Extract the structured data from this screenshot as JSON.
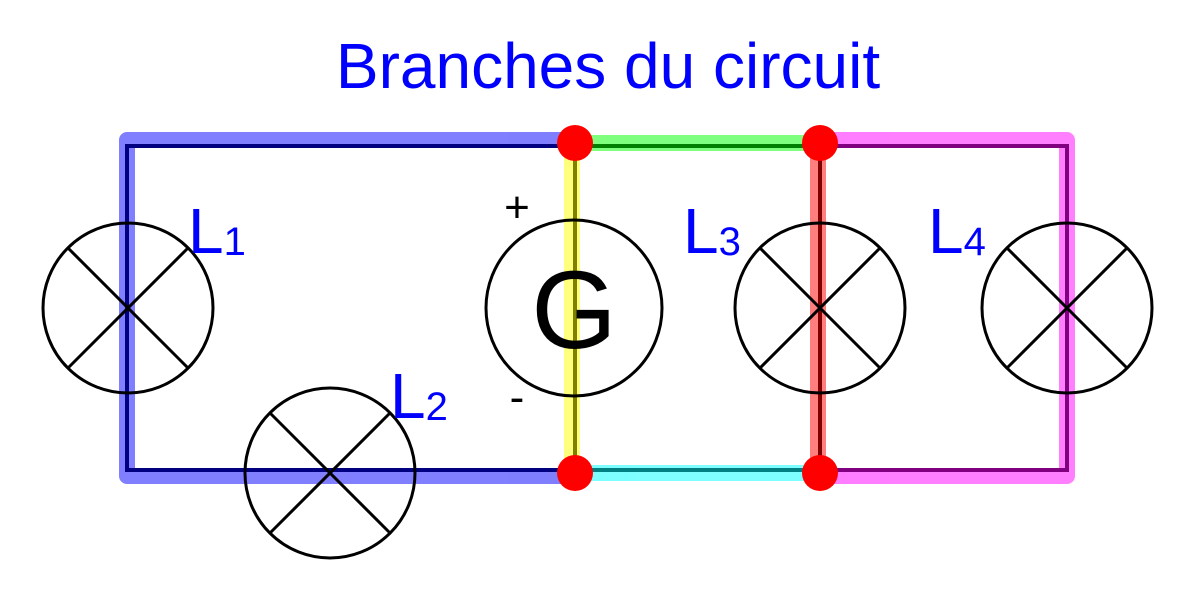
{
  "title": "Branches du circuit",
  "generator": {
    "letter": "G",
    "plus": "+",
    "minus": "-"
  },
  "lamps": [
    {
      "name": "L",
      "sub": "1"
    },
    {
      "name": "L",
      "sub": "2"
    },
    {
      "name": "L",
      "sub": "3"
    },
    {
      "name": "L",
      "sub": "4"
    }
  ],
  "colors": {
    "title": "#0000ff",
    "labels": "#0000ff",
    "wire": "#000000",
    "node": "#ff0000",
    "branch_blue": "#0000ff",
    "branch_yellow": "#ffff00",
    "branch_green": "#00ff00",
    "branch_cyan": "#00ffff",
    "branch_red": "#ff0000",
    "branch_magenta": "#ff00ff"
  }
}
